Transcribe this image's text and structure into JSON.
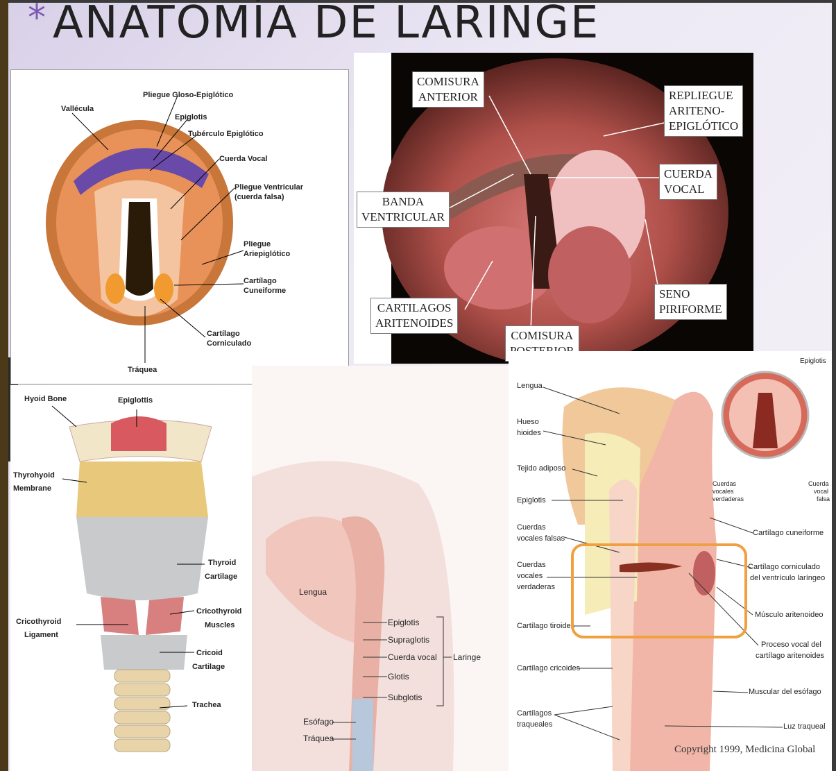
{
  "title": {
    "bullet": "*",
    "text": "ANATOMÍA DE LARINGE"
  },
  "panel_top_left": {
    "labels": {
      "vallecula": "Vallécula",
      "pliegue_gloso": "Pliegue Gloso-Epiglótico",
      "epiglotis": "Epiglotis",
      "tuberculo": "Tubérculo Epiglótico",
      "cuerda_vocal": "Cuerda Vocal",
      "pliegue_ventricular_1": "Pliegue Ventricular",
      "pliegue_ventricular_2": "(cuerda falsa)",
      "pliegue_ari_1": "Pliegue",
      "pliegue_ari_2": "Ariepiglótico",
      "cuneiforme_1": "Cartílago",
      "cuneiforme_2": "Cuneiforme",
      "corniculado_1": "Cartílago",
      "corniculado_2": "Corniculado",
      "traquea": "Tráquea"
    }
  },
  "panel_photo": {
    "labels": {
      "comisura_anterior_1": "COMISURA",
      "comisura_anterior_2": "ANTERIOR",
      "repliegue_1": "REPLIEGUE",
      "repliegue_2": "ARITENO-",
      "repliegue_3": "EPIGLÓTICO",
      "cuerda_1": "CUERDA",
      "cuerda_2": "VOCAL",
      "banda_1": "BANDA",
      "banda_2": "VENTRICULAR",
      "cartilagos_1": "CARTILAGOS",
      "cartilagos_2": "ARITENOIDES",
      "seno_1": "SENO",
      "seno_2": "PIRIFORME",
      "comisura_post_1": "COMISURA",
      "comisura_post_2": "POSTERIOR"
    }
  },
  "panel_bottom_left": {
    "labels": {
      "hyoid": "Hyoid Bone",
      "epiglottis": "Epiglottis",
      "thyrohyoid_1": "Thyrohyoid",
      "thyrohyoid_2": "Membrane",
      "thyroid_1": "Thyroid",
      "thyroid_2": "Cartilage",
      "cricothyroid_lig_1": "Cricothyroid",
      "cricothyroid_lig_2": "Ligament",
      "cricothyroid_m_1": "Cricothyroid",
      "cricothyroid_m_2": "Muscles",
      "cricoid_1": "Cricoid",
      "cricoid_2": "Cartilage",
      "trachea": "Trachea"
    }
  },
  "panel_bottom_mid": {
    "labels": {
      "lengua": "Lengua",
      "epiglotis": "Epiglotis",
      "supraglotis": "Supraglotis",
      "cuerda_vocal": "Cuerda vocal",
      "laringe": "Laringe",
      "glotis": "Glotis",
      "subglotis": "Subglotis",
      "esofago": "Esófago",
      "traquea": "Tráquea"
    }
  },
  "panel_bottom_right": {
    "labels": {
      "lengua": "Lengua",
      "hueso_1": "Hueso",
      "hueso_2": "hioides",
      "tejido": "Tejido adiposo",
      "epiglotis": "Epiglotis",
      "falsas_1": "Cuerdas",
      "falsas_2": "vocales falsas",
      "verdaderas_1": "Cuerdas",
      "verdaderas_2": "vocales",
      "verdaderas_3": "verdaderas",
      "tiroides": "Cartílago tiroides",
      "cricoides": "Cartílago cricoides",
      "traqueales_1": "Cartílagos",
      "traqueales_2": "traqueales",
      "inset_epiglotis": "Epiglotis",
      "inset_verdaderas_1": "Cuerdas",
      "inset_verdaderas_2": "vocales",
      "inset_verdaderas_3": "verdaderas",
      "inset_falsa_1": "Cuerda",
      "inset_falsa_2": "vocal",
      "inset_falsa_3": "falsa",
      "cuneiforme": "Cartílago cuneiforme",
      "corniculado_1": "Cartílago corniculado",
      "corniculado_2": "del ventrículo laríngeo",
      "aritenoideo": "Músculo aritenoideo",
      "proceso_1": "Proceso vocal del",
      "proceso_2": "cartílago aritenoides",
      "esofago": "Muscular del esófago",
      "luz": "Luz traqueal"
    },
    "copyright": "Copyright 1999, Medicina Global"
  },
  "colors": {
    "highlight": "#f0a040",
    "accent_bullet": "#7a5bb0"
  }
}
